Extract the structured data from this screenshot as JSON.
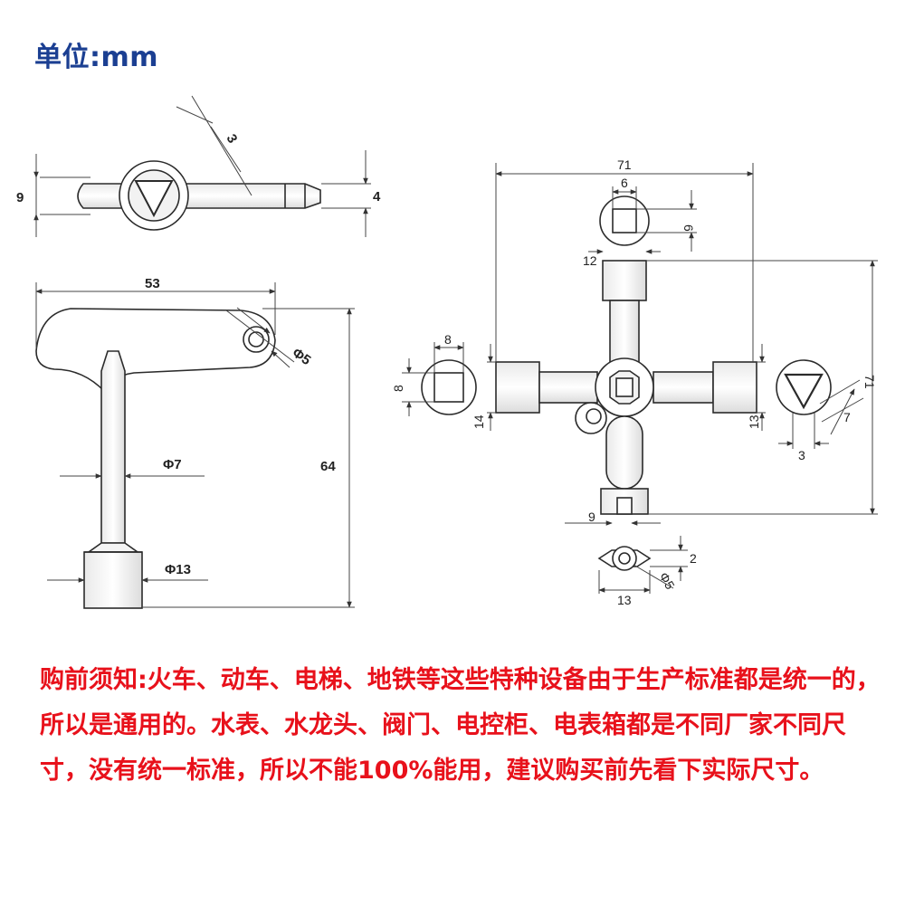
{
  "unit_label": "单位:mm",
  "dimensions": {
    "top_thickness": "3",
    "top_height": "9",
    "top_tip": "4",
    "t_width": "53",
    "t_hole": "Φ5",
    "t_shaft": "Φ7",
    "t_socket": "Φ13",
    "t_height": "64",
    "c_width": "71",
    "c_top_square": "6",
    "c_top_square_v": "6",
    "c_top_arm": "12",
    "c_left_square": "8",
    "c_left_square_v": "8",
    "c_left_arm": "14",
    "c_right_arm": "13",
    "c_tri_side": "7",
    "c_tri_base": "3",
    "c_height": "71",
    "c_bot_9": "9",
    "c_bot_2": "2",
    "c_bot_hole": "Φ5",
    "c_bot_13": "13"
  },
  "notice": "购前须知:火车、动车、电梯、地铁等这些特种设备由于生产标准都是统一的，所以是通用的。水表、水龙头、阀门、电控柜、电表箱都是不同厂家不同尺寸，没有统一标准，所以不能100%能用，建议购买前先看下实际尺寸。"
}
